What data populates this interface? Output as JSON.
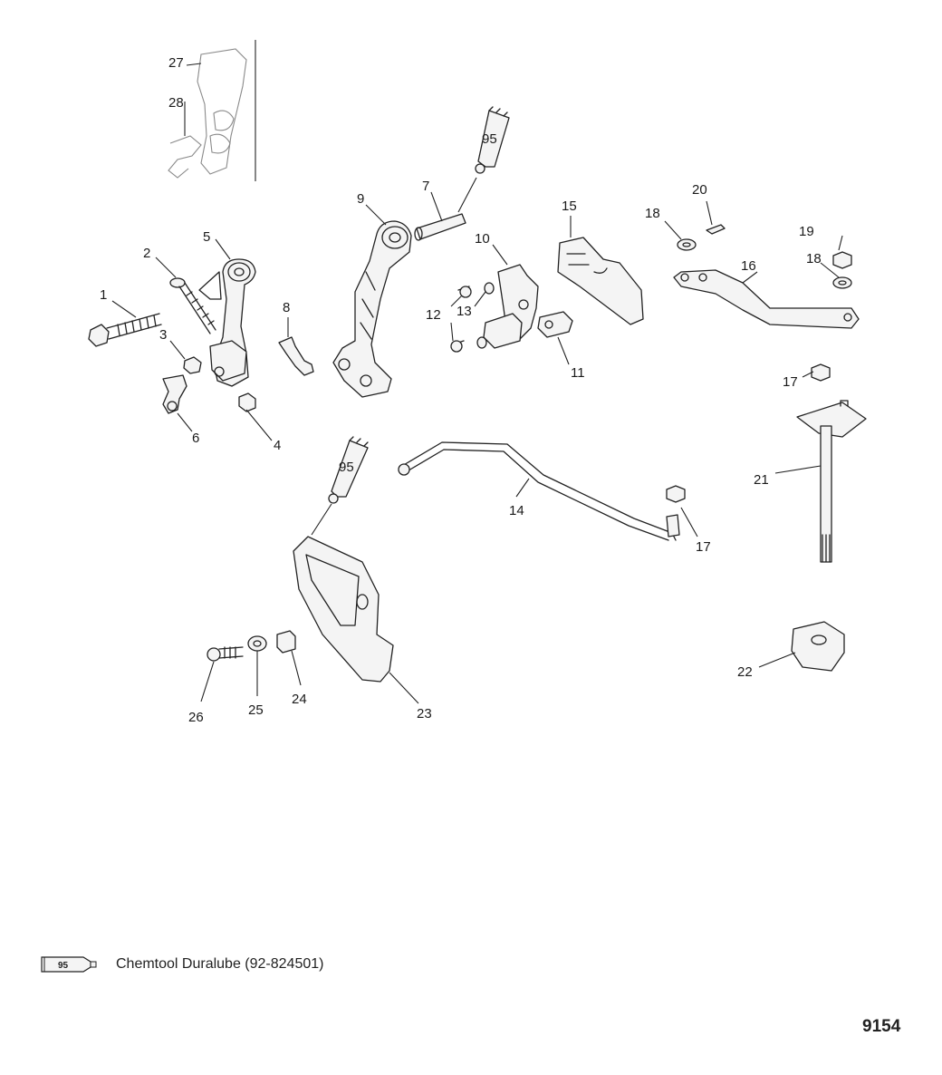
{
  "callouts": {
    "c1": "1",
    "c2": "2",
    "c3": "3",
    "c4": "4",
    "c5": "5",
    "c6": "6",
    "c7": "7",
    "c8": "8",
    "c9": "9",
    "c10": "10",
    "c11": "11",
    "c12": "12",
    "c13": "13",
    "c14": "14",
    "c15": "15",
    "c16": "16",
    "c17a": "17",
    "c17b": "17",
    "c18a": "18",
    "c18b": "18",
    "c19": "19",
    "c20": "20",
    "c21": "21",
    "c22": "22",
    "c23": "23",
    "c24": "24",
    "c25": "25",
    "c26": "26",
    "c27": "27",
    "c28": "28"
  },
  "lubricant_tags": {
    "tube_a": "95",
    "tube_b": "95"
  },
  "legend": {
    "tag": "95",
    "text": "Chemtool Duralube (92-824501)"
  },
  "figure_number": "9154"
}
